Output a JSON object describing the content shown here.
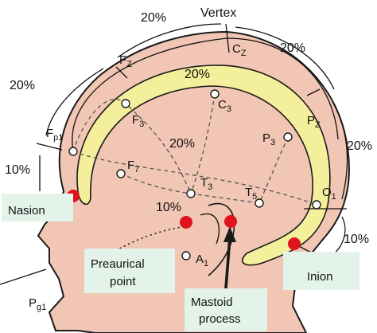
{
  "labels": {
    "vertex": "Vertex",
    "nasion": "Nasion",
    "inion": "Inion",
    "preauricular_line1": "Preaurical",
    "preauricular_line2": "point",
    "mastoid_line1": "Mastoid",
    "mastoid_line2": "process"
  },
  "electrodes": {
    "fz": {
      "main": "F",
      "sub": "Z"
    },
    "cz": {
      "main": "C",
      "sub": "Z"
    },
    "pz": {
      "main": "P",
      "sub": "Z"
    },
    "fp1": {
      "main": "F",
      "sub": "p1"
    },
    "f3": {
      "main": "F",
      "sub": "3"
    },
    "c3": {
      "main": "C",
      "sub": "3"
    },
    "p3": {
      "main": "P",
      "sub": "3"
    },
    "f7": {
      "main": "F",
      "sub": "7"
    },
    "t3": {
      "main": "T",
      "sub": "3"
    },
    "t5": {
      "main": "T",
      "sub": "5"
    },
    "o1": {
      "main": "O",
      "sub": "1"
    },
    "a1": {
      "main": "A",
      "sub": "1"
    },
    "pg1": {
      "main": "P",
      "sub": "g1"
    }
  },
  "percentages": {
    "top_left": "20%",
    "top_right": "20%",
    "left_upper": "20%",
    "right_mid": "20%",
    "inner_top": "20%",
    "center": "20%",
    "left_low": "10%",
    "ear": "10%",
    "right_low": "10%"
  },
  "colors": {
    "skin": "#f1c6b4",
    "brain_band": "#f3ef9a",
    "outline": "#1a1a1a",
    "landmark_red": "#e0141e",
    "label_box": "#e3f3ea"
  }
}
